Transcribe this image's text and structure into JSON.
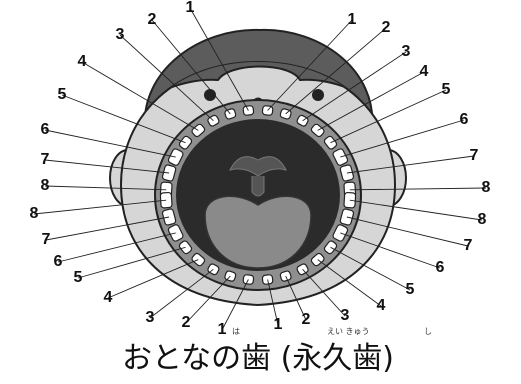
{
  "diagram": {
    "title": "おとなの歯 (永久歯)",
    "ruby": {
      "ha": "は",
      "eikyuu": "えい きゅう",
      "shi": "し"
    },
    "tooth_numbers": [
      "1",
      "2",
      "3",
      "4",
      "5",
      "6",
      "7",
      "8"
    ]
  },
  "colors": {
    "skin": "#d6d6d6",
    "hair": "#5c5c5c",
    "mouth": "#2b2b2b",
    "gum": "#8f8f8f",
    "tongue": "#8a8a8a",
    "tooth": "#ffffff",
    "line": "#222222"
  }
}
